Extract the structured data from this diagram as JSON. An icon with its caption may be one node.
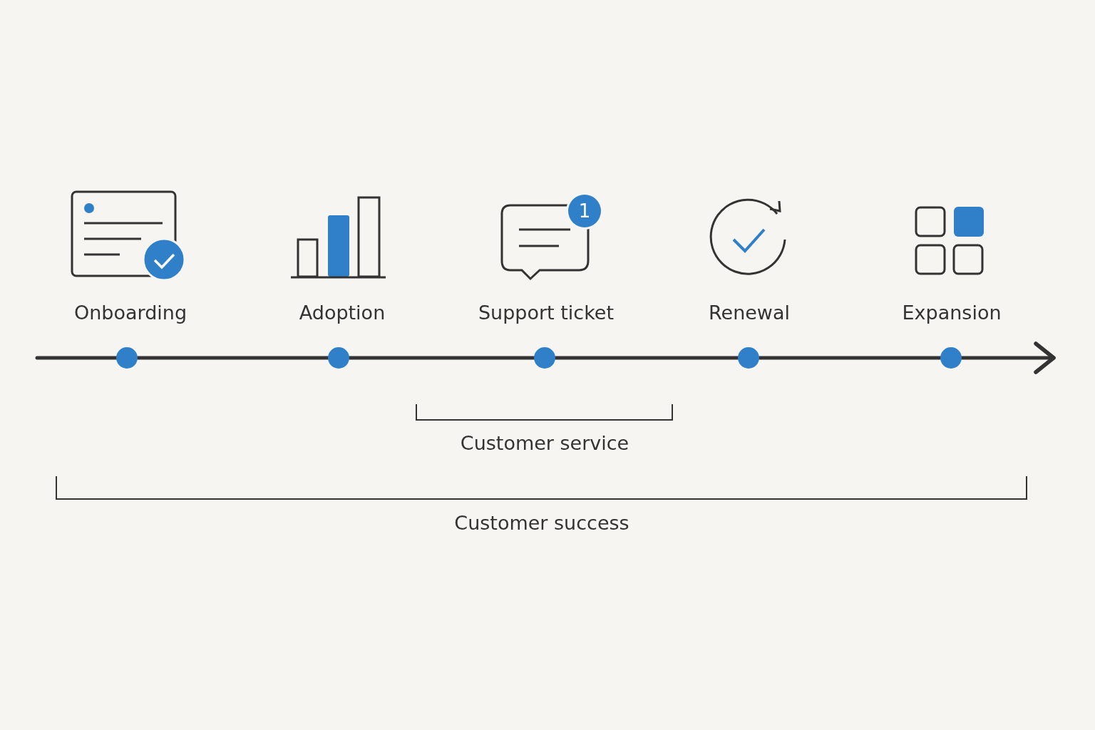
{
  "diagram": {
    "nodes": [
      {
        "text": [],
        "shape": "circle",
        "beside": [
          "Onboarding"
        ]
      },
      {
        "text": [],
        "shape": "circle",
        "beside": [
          "Adoption"
        ]
      },
      {
        "text": [],
        "shape": "circle",
        "beside": [
          "Support ticket"
        ]
      },
      {
        "text": [],
        "shape": "circle",
        "beside": [
          "Renewal"
        ]
      },
      {
        "text": [],
        "shape": "circle",
        "beside": [
          "Expansion"
        ]
      }
    ],
    "edges": [
      {
        "from": null,
        "to": 0,
        "arrow": "none"
      },
      {
        "from": 0,
        "to": 1,
        "arrow": "none"
      },
      {
        "from": 1,
        "to": 2,
        "arrow": "none"
      },
      {
        "from": 2,
        "to": 3,
        "arrow": "none"
      },
      {
        "from": 3,
        "to": 4,
        "arrow": "none"
      },
      {
        "from": 4,
        "to": null,
        "arrow": "to"
      }
    ],
    "labels": [
      "1",
      "Customer service",
      "Customer success"
    ]
  }
}
